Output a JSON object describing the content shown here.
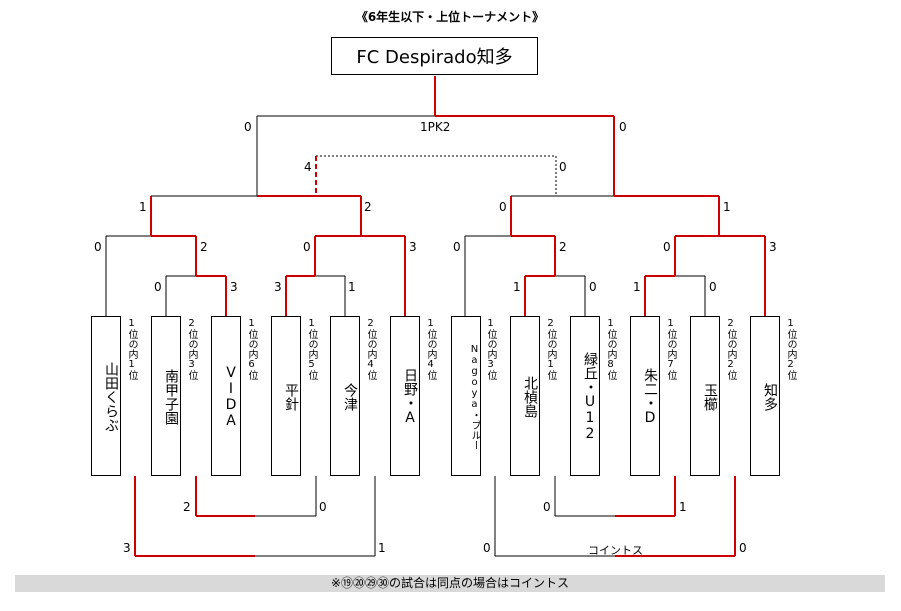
{
  "title": "《6年生以下・上位トーナメント》",
  "champion": "FC Despirado知多",
  "footer_note": "※⑲⑳㉙㉚の試合は同点の場合はコイントス",
  "teams": [
    {
      "name": "山田くらぶ",
      "rank": "1位の内1位"
    },
    {
      "name": "南甲子園",
      "rank": "2位の内3位"
    },
    {
      "name": "VIDA",
      "rank": "1位の内6位"
    },
    {
      "name": "平針",
      "rank": "1位の内5位"
    },
    {
      "name": "今津",
      "rank": "2位の内4位"
    },
    {
      "name": "日野・A",
      "rank": "1位の内4位"
    },
    {
      "name": "Nagoya・ブルー",
      "rank": "1位の内3位"
    },
    {
      "name": "北楨島",
      "rank": "2位の内1位"
    },
    {
      "name": "緑丘・U12",
      "rank": "1位の内8位"
    },
    {
      "name": "朱二・D",
      "rank": "1位の内7位"
    },
    {
      "name": "玉櫛",
      "rank": "2位の内2位"
    },
    {
      "name": "知多",
      "rank": "1位の内2位"
    }
  ],
  "scores": {
    "final_left": "0",
    "final_pk": "1PK2",
    "final_right": "0",
    "third_left": "4",
    "third_right": "0",
    "semi_l_left": "1",
    "semi_l_right": "2",
    "semi_r_left": "0",
    "semi_r_right": "1",
    "q1_left": "0",
    "q1_right": "2",
    "q2_left": "0",
    "q2_right": "3",
    "q3_left": "0",
    "q3_right": "2",
    "q4_left": "0",
    "q4_right": "3",
    "r1_a": "0",
    "r1_b": "3",
    "r1_c": "3",
    "r1_d": "1",
    "r1_e": "1",
    "r1_f": "0",
    "r1_g": "1",
    "r1_h": "0",
    "cons1_left": "2",
    "cons1_right": "0",
    "cons2_left": "3",
    "cons2_right": "1",
    "cons3_left": "0",
    "cons3_right": "1",
    "cons4_left": "0",
    "cons4_right": "0"
  },
  "coin_toss_label": "コイントス",
  "colors": {
    "winner_line": "#cc0000",
    "line": "#000000",
    "footer_bg": "#d9d9d9"
  }
}
